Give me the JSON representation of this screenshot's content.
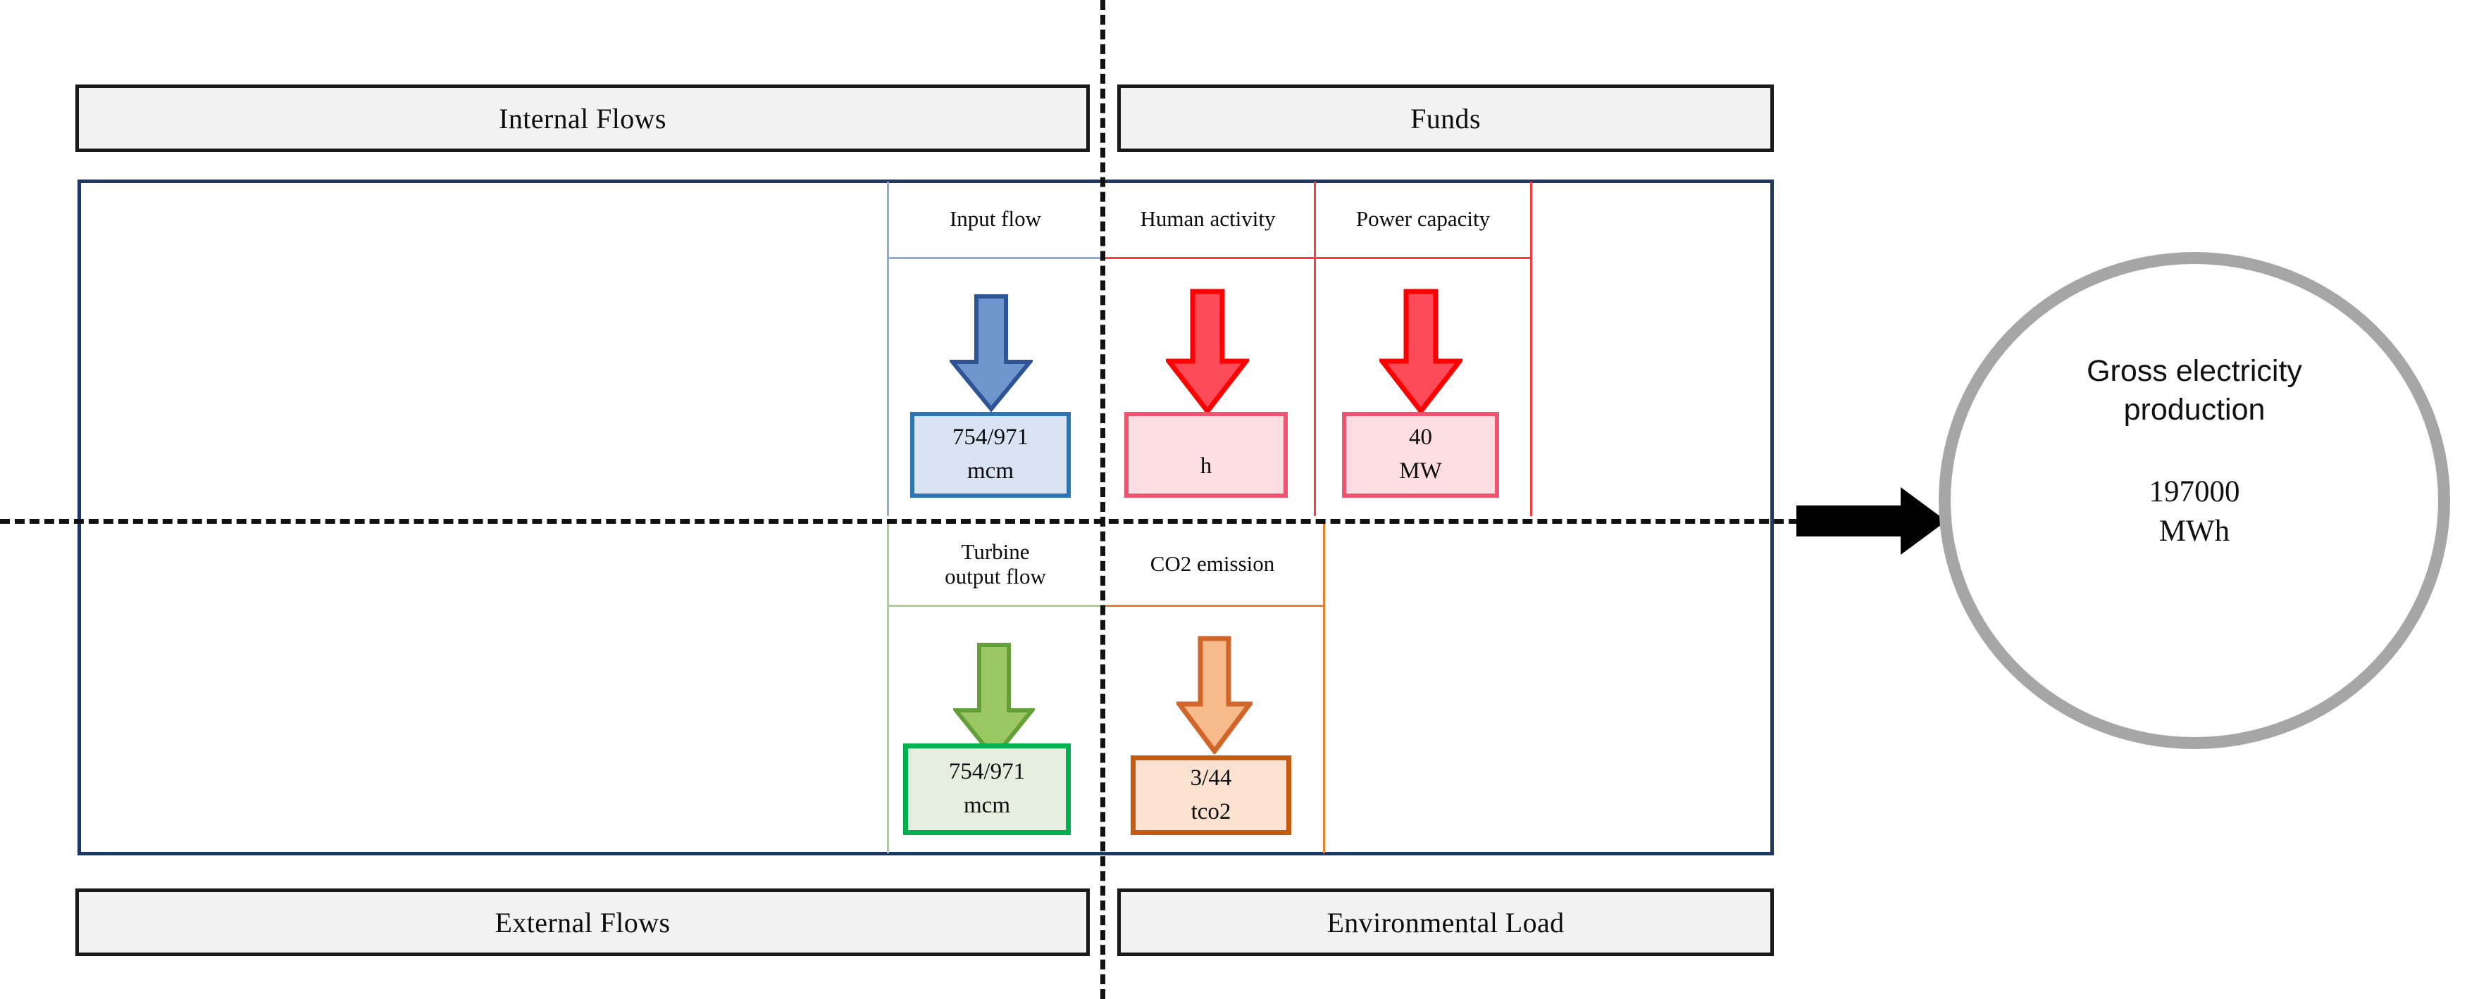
{
  "banners": {
    "internal_flows": "Internal Flows",
    "funds": "Funds",
    "external_flows": "External Flows",
    "environmental_load": "Environmental Load"
  },
  "columns": {
    "input_flow": {
      "header": "Input flow",
      "value": "754/971",
      "unit": "mcm",
      "arrow_color": "#4472a8",
      "box_border": "#2e75b6",
      "box_fill": "#dae3f3"
    },
    "human_activity": {
      "header": "Human activity",
      "value": "",
      "unit": "h",
      "arrow_color": "#ff2b2b",
      "box_border": "#ef5470",
      "box_fill": "#fbdde2"
    },
    "power_capacity": {
      "header": "Power capacity",
      "value": "40",
      "unit": "MW",
      "arrow_color": "#ff2b2b",
      "box_border": "#ef5470",
      "box_fill": "#fbdde2"
    },
    "turbine_output_flow": {
      "header_line1": "Turbine",
      "header_line2": "output flow",
      "value": "754/971",
      "unit": "mcm",
      "arrow_color": "#8ac34a",
      "box_border": "#00b050",
      "box_fill": "#e6efdf"
    },
    "co2_emission": {
      "header": "CO2 emission",
      "value": "3/44",
      "unit": "tco2",
      "arrow_color": "#f0a05a",
      "box_border": "#c55a11",
      "box_fill": "#fbe1d0"
    }
  },
  "output": {
    "title_line1": "Gross electricity",
    "title_line2": "production",
    "value": "197000",
    "unit": "MWh",
    "ring_color": "#a6a6a6"
  },
  "colors": {
    "frame_blue": "#1f3864",
    "banner_fill": "#f2f2f2",
    "banner_border": "#1a1a1a",
    "dash_black": "#111111"
  }
}
